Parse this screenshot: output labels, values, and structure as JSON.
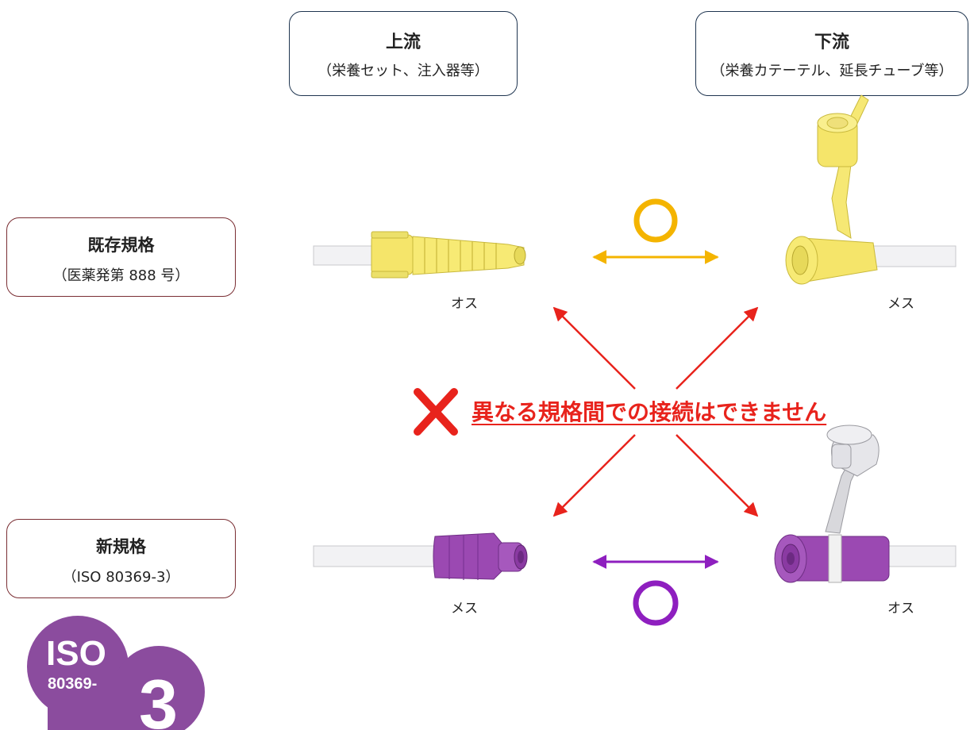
{
  "headers": {
    "upstream": {
      "title": "上流",
      "subtitle": "（栄養セット、注入器等）"
    },
    "downstream": {
      "title": "下流",
      "subtitle": "（栄養カテーテル、延長チューブ等）"
    }
  },
  "standards": {
    "existing": {
      "title": "既存規格",
      "subtitle": "（医薬発第 888 号）"
    },
    "new": {
      "title": "新規格",
      "subtitle": "（ISO 80369-3）"
    }
  },
  "connectors": {
    "existing_upstream": "オス",
    "existing_downstream": "メス",
    "new_upstream": "メス",
    "new_downstream": "オス"
  },
  "warning": "異なる規格間での接続はできません",
  "logo": {
    "line1": "ISO",
    "line2": "80369-",
    "line3": "3"
  },
  "colors": {
    "existing": "#f7e86c",
    "new": "#9b49b2",
    "ok_existing": "#f4b400",
    "ok_new": "#8e1fbf",
    "ng": "#e8231c",
    "logo": "#8b4c9e"
  }
}
